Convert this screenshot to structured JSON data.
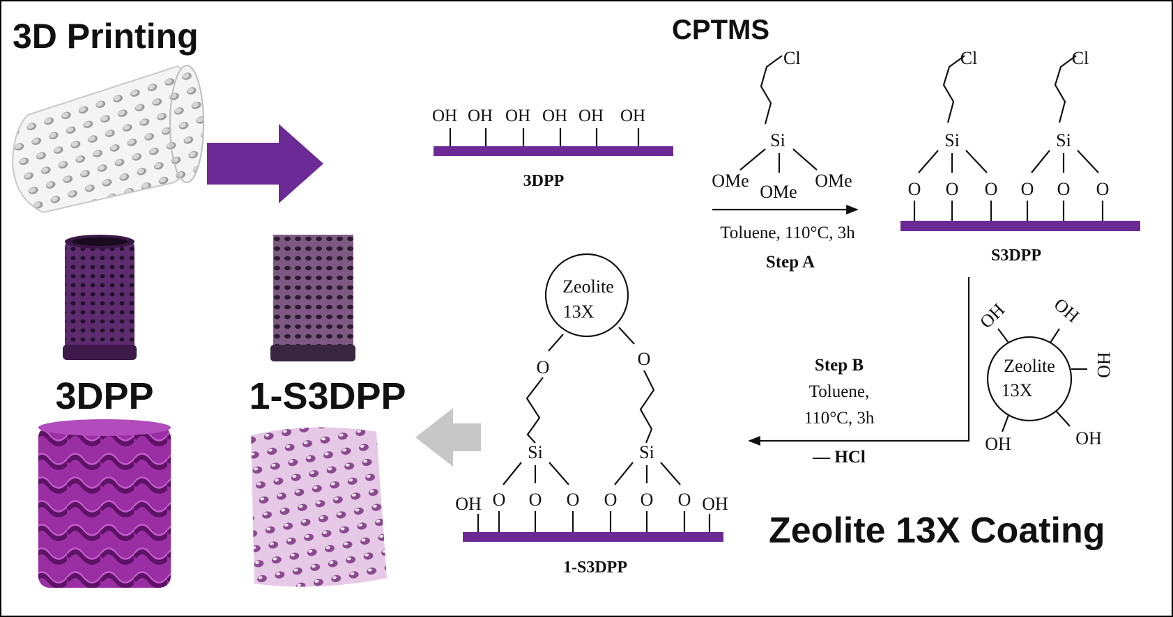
{
  "header": {
    "printing_title": "3D Printing",
    "coating_title": "Zeolite 13X Coating",
    "cptms_label": "CPTMS"
  },
  "samples": {
    "label_3dpp": "3DPP",
    "label_s3dpp": "1-S3DPP"
  },
  "scheme": {
    "oh": "OH",
    "o": "O",
    "si": "Si",
    "cl": "Cl",
    "ome": "OMe",
    "zeolite": "Zeolite",
    "zeolite_13x": "13X",
    "ho": "HO",
    "substrate_3dpp": "3DPP",
    "substrate_s3dpp": "S3DPP",
    "substrate_1s3dpp": "1-S3DPP",
    "step_a_conditions": "Toluene, 110°C, 3h",
    "step_a_label": "Step A",
    "step_b_label": "Step B",
    "step_b_solvent": "Toluene,",
    "step_b_temp": "110°C, 3h",
    "step_b_byproduct": "— HCl"
  },
  "colors": {
    "substrate": "#6b2a96",
    "main_arrow": "#6b2a96",
    "return_arrow": "#c7c7c7",
    "frame": "#000000"
  }
}
